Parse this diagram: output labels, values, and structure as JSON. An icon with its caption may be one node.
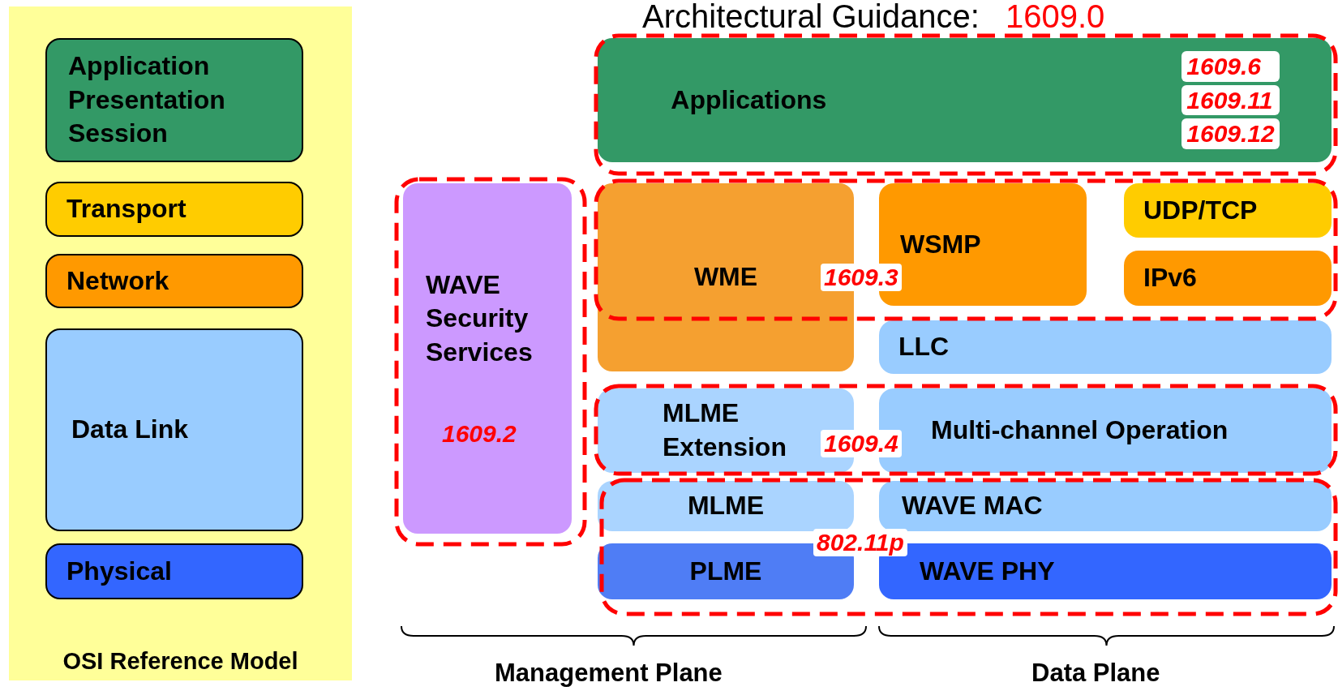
{
  "diagram": {
    "title": "Architectural Guidance:",
    "nodes": [
      {
        "text": [
          "OSI Reference Model"
        ]
      },
      {
        "text": [
          "Application Presentation Session"
        ],
        "in": 0
      },
      {
        "text": [
          "Transport"
        ],
        "in": 0
      },
      {
        "text": [
          "Network"
        ],
        "in": 0
      },
      {
        "text": [
          "Data Link"
        ],
        "in": 0
      },
      {
        "text": [
          "Physical"
        ],
        "in": 0
      },
      {
        "text": [
          "WAVE Security Services",
          "1609.2"
        ]
      },
      {
        "text": [
          "Applications",
          "1609.6",
          "1609.11",
          "1609.12"
        ]
      },
      {
        "text": [
          "WME"
        ]
      },
      {
        "text": [
          "WSMP"
        ]
      },
      {
        "text": [
          "UDP/TCP"
        ]
      },
      {
        "text": [
          "IPv6"
        ]
      },
      {
        "text": [
          "LLC"
        ]
      },
      {
        "text": [
          "MLME Extension"
        ]
      },
      {
        "text": [
          "Multi-channel Operation"
        ]
      },
      {
        "text": [
          "MLME"
        ]
      },
      {
        "text": [
          "WAVE MAC"
        ]
      },
      {
        "text": [
          "PLME"
        ]
      },
      {
        "text": [
          "WAVE PHY"
        ]
      }
    ],
    "edges": [],
    "labels": [
      "1609.0",
      "1609.3",
      "1609.4",
      "802.11p",
      "Management Plane",
      "Data Plane"
    ]
  }
}
